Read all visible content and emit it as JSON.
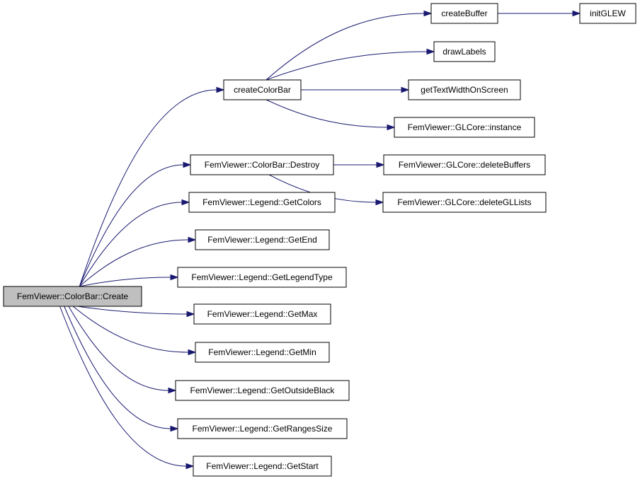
{
  "diagram": {
    "colors": {
      "edge": "#191970",
      "node_fill": "#ffffff",
      "root_fill": "#bfbfbf",
      "node_border": "#000000"
    },
    "nodes": {
      "create": "FemViewer::ColorBar::Create",
      "createColorBar": "createColorBar",
      "createBuffer": "createBuffer",
      "initGLEW": "initGLEW",
      "drawLabels": "drawLabels",
      "getTextWidthOnScreen": "getTextWidthOnScreen",
      "glcoreInstance": "FemViewer::GLCore::instance",
      "destroy": "FemViewer::ColorBar::Destroy",
      "deleteBuffers": "FemViewer::GLCore::deleteBuffers",
      "deleteGLLists": "FemViewer::GLCore::deleteGLLists",
      "getColors": "FemViewer::Legend::GetColors",
      "getEnd": "FemViewer::Legend::GetEnd",
      "getLegendType": "FemViewer::Legend::GetLegendType",
      "getMax": "FemViewer::Legend::GetMax",
      "getMin": "FemViewer::Legend::GetMin",
      "getOutsideBlack": "FemViewer::Legend::GetOutsideBlack",
      "getRangesSize": "FemViewer::Legend::GetRangesSize",
      "getStart": "FemViewer::Legend::GetStart"
    },
    "root": "create",
    "edges": [
      [
        "create",
        "createColorBar"
      ],
      [
        "create",
        "destroy"
      ],
      [
        "create",
        "getColors"
      ],
      [
        "create",
        "getEnd"
      ],
      [
        "create",
        "getLegendType"
      ],
      [
        "create",
        "getMax"
      ],
      [
        "create",
        "getMin"
      ],
      [
        "create",
        "getOutsideBlack"
      ],
      [
        "create",
        "getRangesSize"
      ],
      [
        "create",
        "getStart"
      ],
      [
        "createColorBar",
        "createBuffer"
      ],
      [
        "createColorBar",
        "drawLabels"
      ],
      [
        "createColorBar",
        "getTextWidthOnScreen"
      ],
      [
        "createColorBar",
        "glcoreInstance"
      ],
      [
        "createBuffer",
        "initGLEW"
      ],
      [
        "destroy",
        "deleteBuffers"
      ],
      [
        "destroy",
        "deleteGLLists"
      ]
    ]
  }
}
